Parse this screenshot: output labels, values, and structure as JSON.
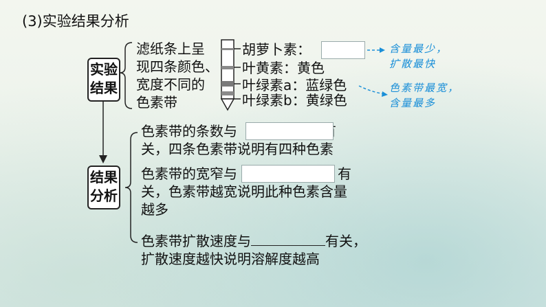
{
  "title": "(3)实验结果分析",
  "result_box": [
    "实验",
    "结果"
  ],
  "analysis_box": [
    "结果",
    "分析"
  ],
  "observation": [
    "滤纸条上呈",
    "现四条颜色、",
    "宽度不同的",
    "色素带"
  ],
  "pigments": [
    {
      "name": "胡萝卜素：",
      "color": ""
    },
    {
      "name": "叶黄素：",
      "color": "黄色"
    },
    {
      "name": "叶绿素a：",
      "color": "蓝绿色"
    },
    {
      "name": "叶绿素b：",
      "color": "黄绿色"
    }
  ],
  "notes": {
    "top": [
      "含量最少，",
      "扩散最快"
    ],
    "bottom": [
      "色素带最宽，",
      "含量最多"
    ]
  },
  "analysis": {
    "item1": {
      "pre": "色素带的条数与",
      "post": "有",
      "line2": "关，四条色素带说明有四种色素"
    },
    "item2": {
      "pre": "色素带的宽窄与",
      "post": "有",
      "line2": "关，色素带越宽说明此种色素含量",
      "line3": "越多"
    },
    "item3": {
      "pre": "色素带扩散速度与",
      "post": "有关，",
      "line2": "扩散速度越快说明溶解度越高"
    }
  },
  "colors": {
    "note_blue": "#1a8fd8",
    "line": "#222222"
  }
}
